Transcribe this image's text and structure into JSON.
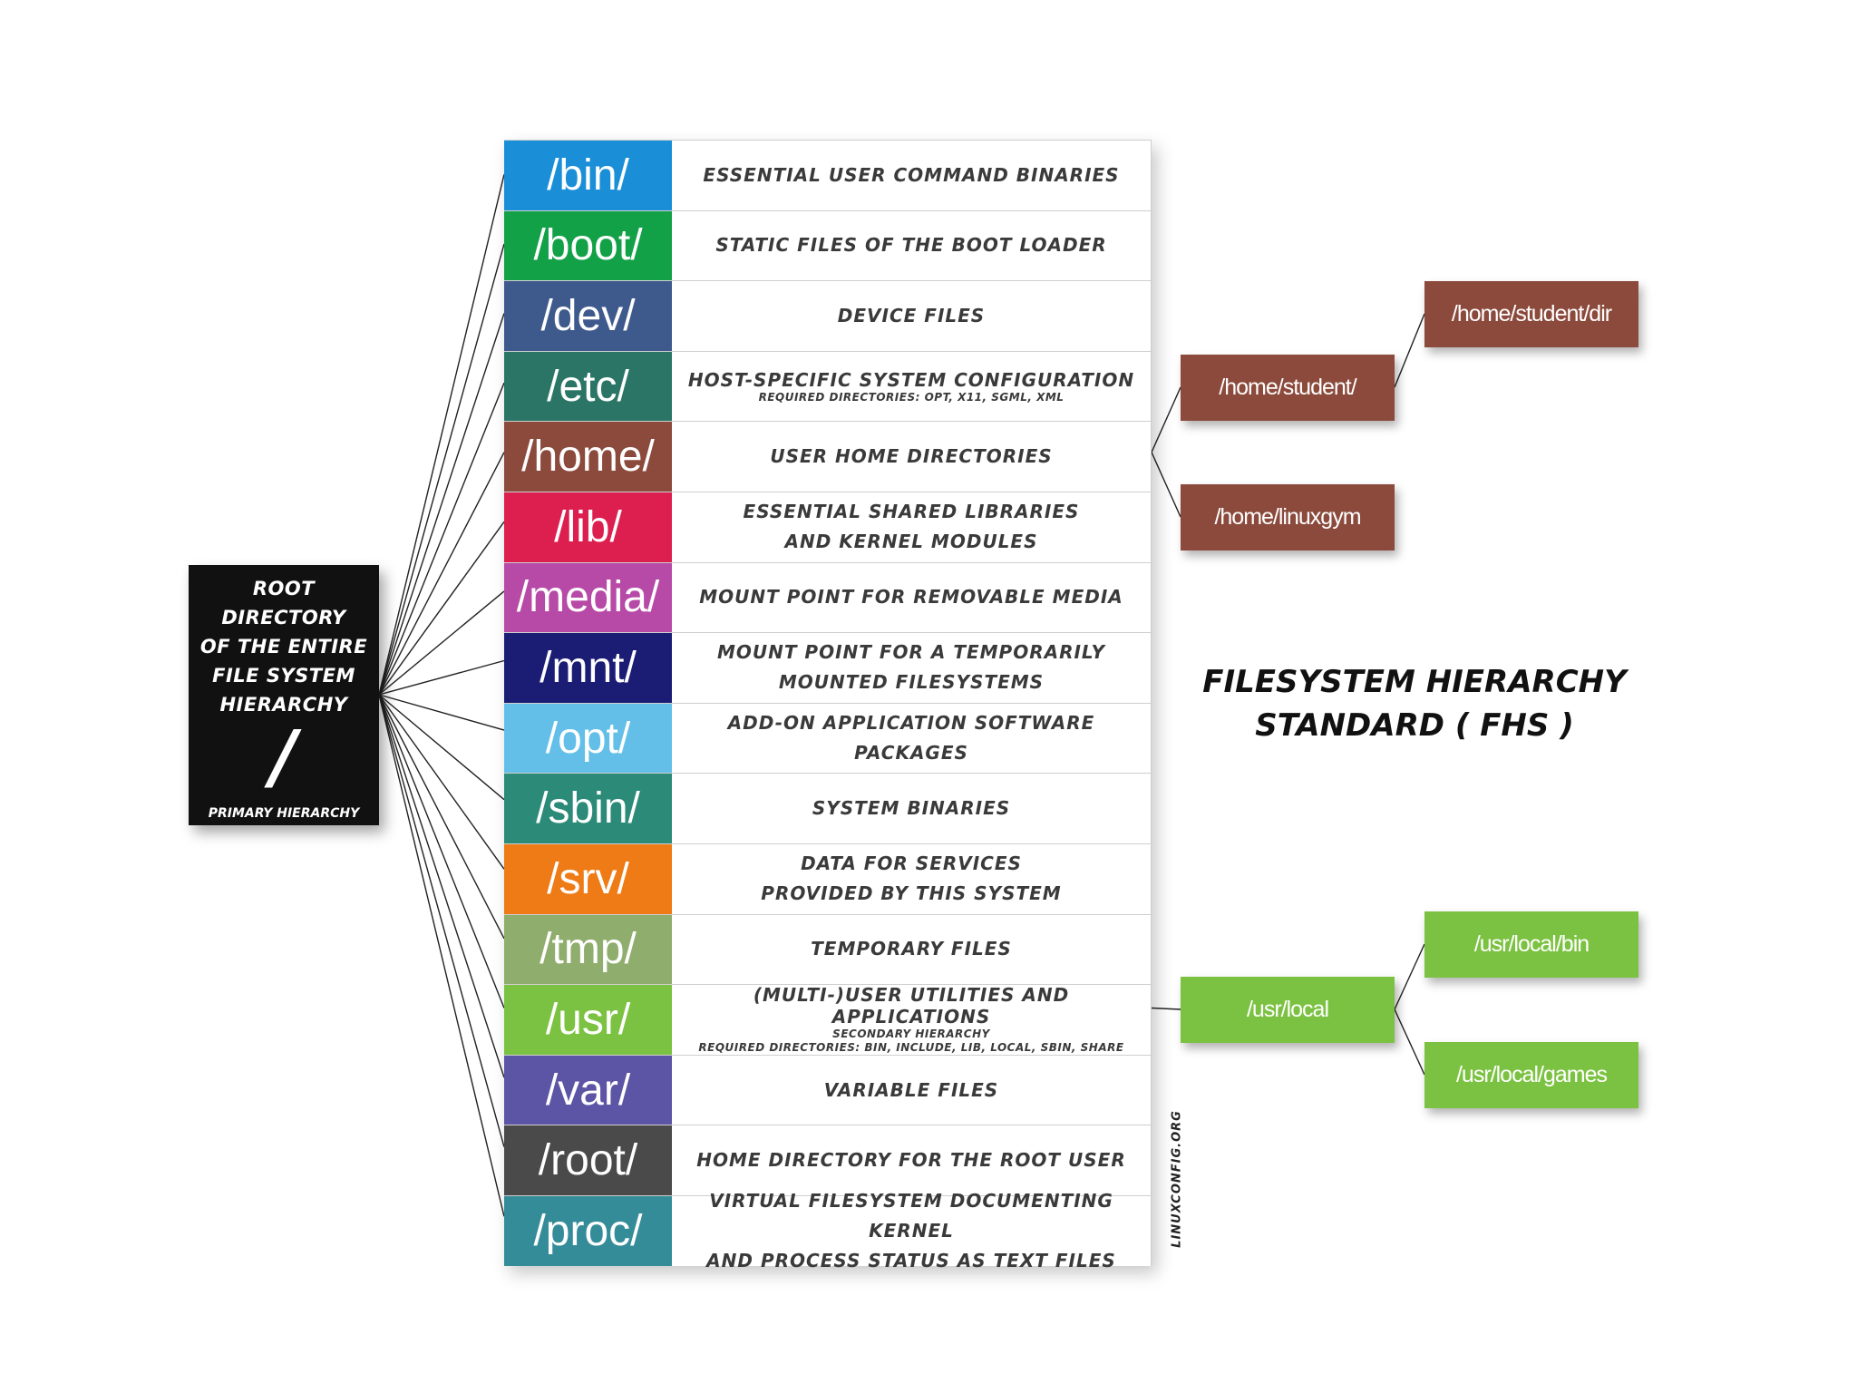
{
  "root": {
    "description": "ROOT DIRECTORY\nOF THE ENTIRE\nFILE SYSTEM\nHIERARCHY",
    "symbol": "/",
    "label": "PRIMARY HIERARCHY"
  },
  "title": "FILESYSTEM HIERARCHY\nSTANDARD ( FHS )",
  "credit": "LINUXCONFIG.ORG",
  "directories": [
    {
      "name": "/bin/",
      "color": "#1a8fd8",
      "desc": "ESSENTIAL USER COMMAND BINARIES"
    },
    {
      "name": "/boot/",
      "color": "#13a148",
      "desc": "STATIC FILES OF THE BOOT LOADER"
    },
    {
      "name": "/dev/",
      "color": "#3e5a8c",
      "desc": "DEVICE FILES"
    },
    {
      "name": "/etc/",
      "color": "#2b7567",
      "desc": "HOST-SPECIFIC SYSTEM CONFIGURATION",
      "note": "REQUIRED DIRECTORIES: OPT, X11, SGML, XML"
    },
    {
      "name": "/home/",
      "color": "#8b4a3c",
      "desc": "USER HOME DIRECTORIES"
    },
    {
      "name": "/lib/",
      "color": "#dc1f4f",
      "desc": "ESSENTIAL SHARED LIBRARIES\nAND KERNEL MODULES"
    },
    {
      "name": "/media/",
      "color": "#b64aa6",
      "desc": "MOUNT POINT FOR REMOVABLE MEDIA"
    },
    {
      "name": "/mnt/",
      "color": "#1b1d74",
      "desc": "MOUNT POINT FOR A TEMPORARILY\nMOUNTED FILESYSTEMS"
    },
    {
      "name": "/opt/",
      "color": "#63bfe8",
      "desc": "ADD-ON APPLICATION SOFTWARE PACKAGES"
    },
    {
      "name": "/sbin/",
      "color": "#2c8a78",
      "desc": "SYSTEM BINARIES"
    },
    {
      "name": "/srv/",
      "color": "#ee7b16",
      "desc": "DATA FOR SERVICES\nPROVIDED BY THIS SYSTEM"
    },
    {
      "name": "/tmp/",
      "color": "#8fad6c",
      "desc": "TEMPORARY FILES"
    },
    {
      "name": "/usr/",
      "color": "#7cc242",
      "desc": "(MULTI-)USER UTILITIES AND APPLICATIONS",
      "note": "SECONDARY HIERARCHY",
      "note2": "REQUIRED DIRECTORIES: BIN, INCLUDE, LIB, LOCAL, SBIN, SHARE"
    },
    {
      "name": "/var/",
      "color": "#5c54a4",
      "desc": "VARIABLE FILES"
    },
    {
      "name": "/root/",
      "color": "#4a4a4a",
      "desc": "HOME DIRECTORY FOR THE ROOT USER"
    },
    {
      "name": "/proc/",
      "color": "#358c99",
      "desc": "VIRTUAL FILESYSTEM DOCUMENTING KERNEL\nAND PROCESS STATUS AS TEXT FILES"
    }
  ],
  "subdirs": {
    "home_student": "/home/student/",
    "home_student_dir": "/home/student/dir",
    "home_linuxgym": "/home/linuxgym",
    "usr_local": "/usr/local",
    "usr_local_bin": "/usr/local/bin",
    "usr_local_games": "/usr/local/games"
  }
}
